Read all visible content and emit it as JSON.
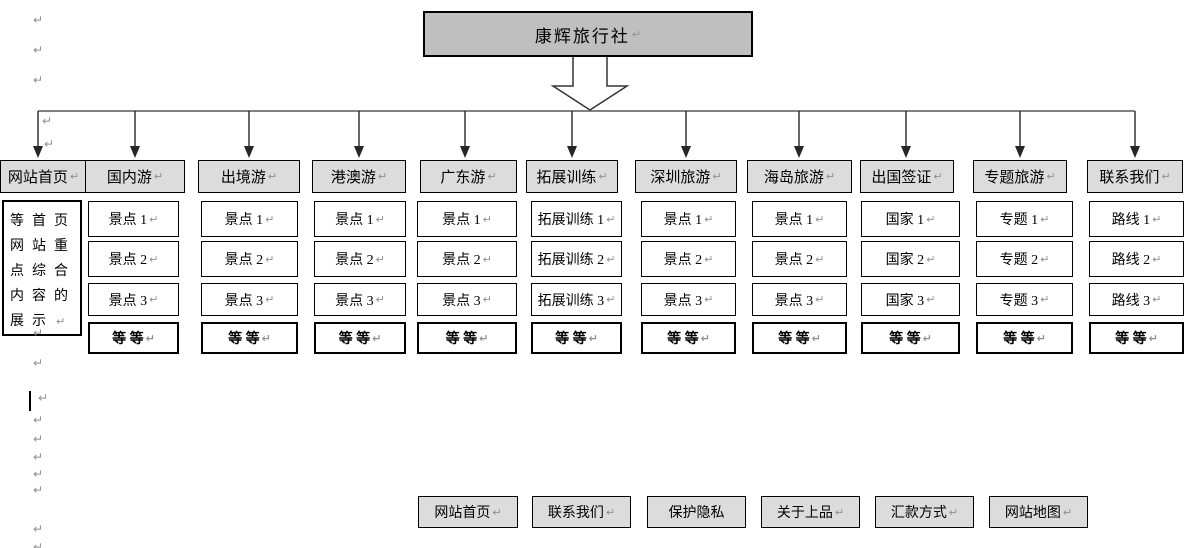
{
  "pilcrow": "↵",
  "root": {
    "label": "康辉旅行社"
  },
  "columns": [
    {
      "header": "网站首页",
      "note": "等首页网站重点综合内容的展示",
      "items": []
    },
    {
      "header": "国内游",
      "items": [
        "景点 1",
        "景点 2",
        "景点 3",
        "等 等"
      ]
    },
    {
      "header": "出境游",
      "items": [
        "景点 1",
        "景点 2",
        "景点 3",
        "等 等"
      ]
    },
    {
      "header": "港澳游",
      "items": [
        "景点 1",
        "景点 2",
        "景点 3",
        "等 等"
      ]
    },
    {
      "header": "广东游",
      "items": [
        "景点 1",
        "景点 2",
        "景点 3",
        "等 等"
      ]
    },
    {
      "header": "拓展训练",
      "items": [
        "拓展训练 1",
        "拓展训练 2",
        "拓展训练 3",
        "等 等"
      ]
    },
    {
      "header": "深圳旅游",
      "items": [
        "景点 1",
        "景点 2",
        "景点 3",
        "等 等"
      ]
    },
    {
      "header": "海岛旅游",
      "items": [
        "景点 1",
        "景点 2",
        "景点 3",
        "等 等"
      ]
    },
    {
      "header": "出国签证",
      "items": [
        "国家 1",
        "国家 2",
        "国家 3",
        "等 等"
      ]
    },
    {
      "header": "专题旅游",
      "items": [
        "专题 1",
        "专题 2",
        "专题 3",
        "等 等"
      ]
    },
    {
      "header": "联系我们",
      "items": [
        "路线 1",
        "路线 2",
        "路线 3",
        "等 等"
      ]
    }
  ],
  "footer": [
    "网站首页",
    "联系我们",
    "保护隐私",
    "关于上品",
    "汇款方式",
    "网站地图"
  ],
  "colors": {
    "root_fill": "#bfbfbf",
    "header_fill": "#dcdcdc",
    "border": "#000000",
    "line": "#595959",
    "arrow": "#262626",
    "mark": "#909090"
  }
}
